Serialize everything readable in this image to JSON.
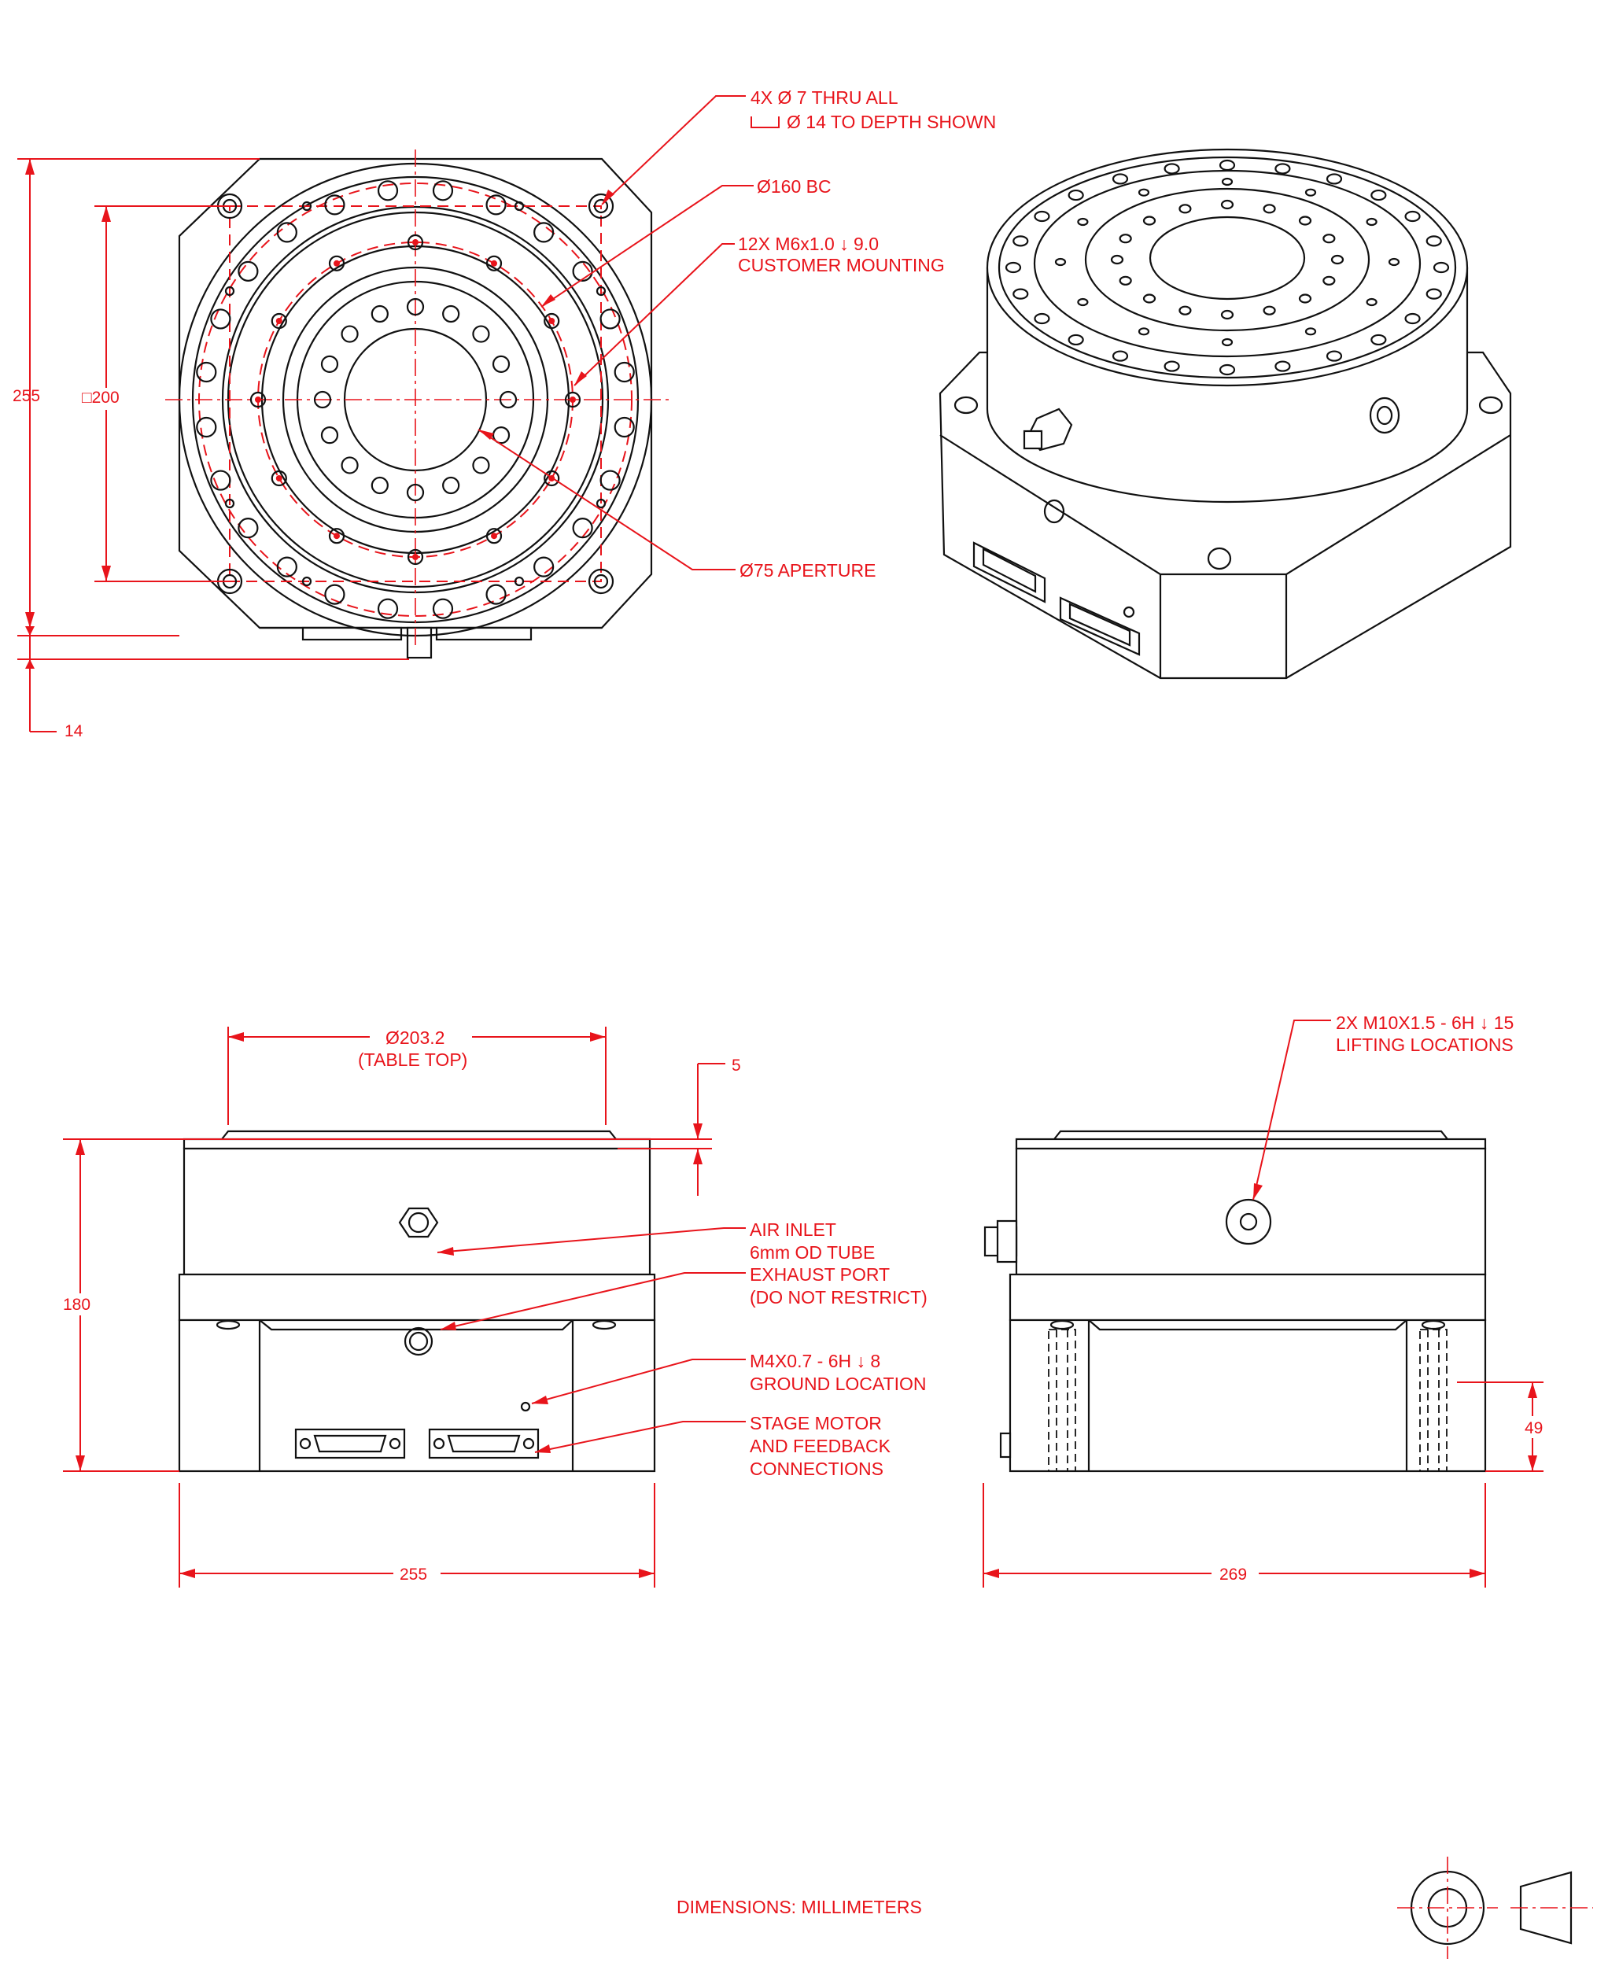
{
  "callouts": {
    "thru_holes_l1": "4X  Ø  7 THRU ALL",
    "thru_holes_l2": "Ø  14 TO DEPTH SHOWN",
    "bolt_circle": "Ø160 BC",
    "mounting_l1": "12X M6x1.0 ↓ 9.0",
    "mounting_l2": "CUSTOMER MOUNTING",
    "aperture": "Ø75 APERTURE",
    "table_top_l1": "Ø203.2",
    "table_top_l2": "(TABLE TOP)",
    "lifting_l1": "2X M10X1.5 - 6H ↓ 15",
    "lifting_l2": "LIFTING LOCATIONS",
    "air_l1": "AIR INLET",
    "air_l2": "6mm OD TUBE",
    "exhaust_l1": "EXHAUST PORT",
    "exhaust_l2": "(DO NOT RESTRICT)",
    "ground_l1": "M4X0.7 - 6H ↓ 8",
    "ground_l2": "GROUND LOCATION",
    "motor_l1": "STAGE MOTOR",
    "motor_l2": "AND FEEDBACK",
    "motor_l3": "CONNECTIONS"
  },
  "dimensions": {
    "top_height": "255",
    "top_square": "□200",
    "top_connector": "14",
    "front_height": "180",
    "front_width": "255",
    "tabletop_offset": "5",
    "side_width": "269",
    "side_lift_height": "49"
  },
  "footer": {
    "units_note": "DIMENSIONS:  MILLIMETERS"
  },
  "colors": {
    "annotation": "#e8141b",
    "linework": "#111111"
  }
}
